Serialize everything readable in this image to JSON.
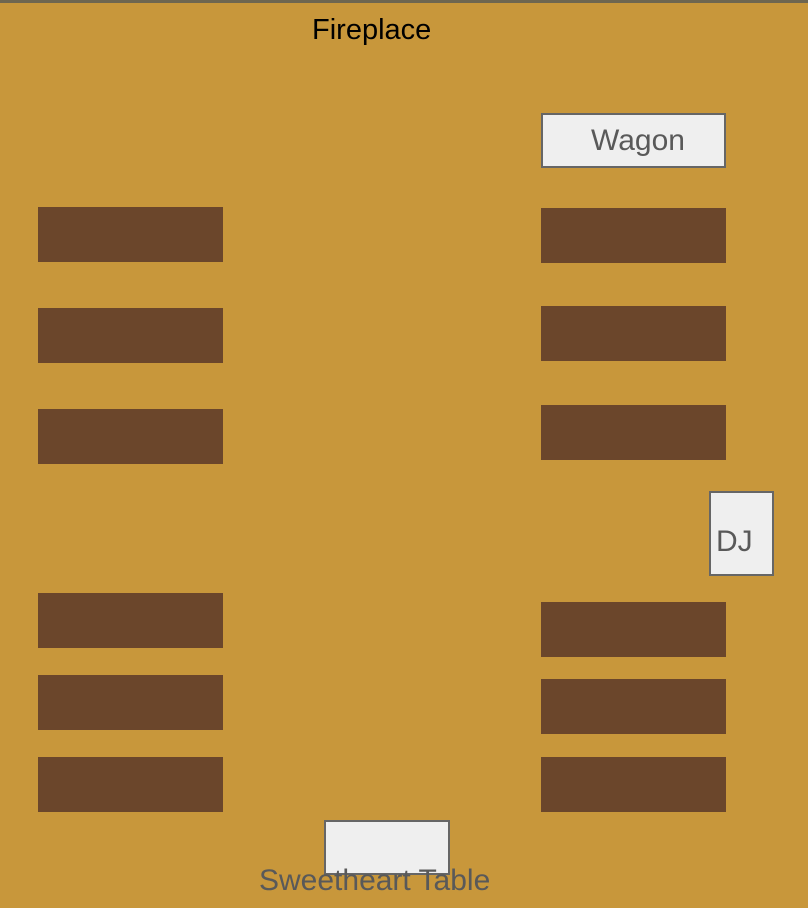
{
  "title": "Fireplace",
  "fixtures": {
    "wagon": "Wagon",
    "dj": "DJ",
    "sweetheart": "Sweetheart Table"
  },
  "colors": {
    "floor": "#c8973b",
    "table": "#6b462b",
    "fixture_fill": "#efefef",
    "fixture_border": "#666666",
    "fixture_text": "#595959"
  }
}
